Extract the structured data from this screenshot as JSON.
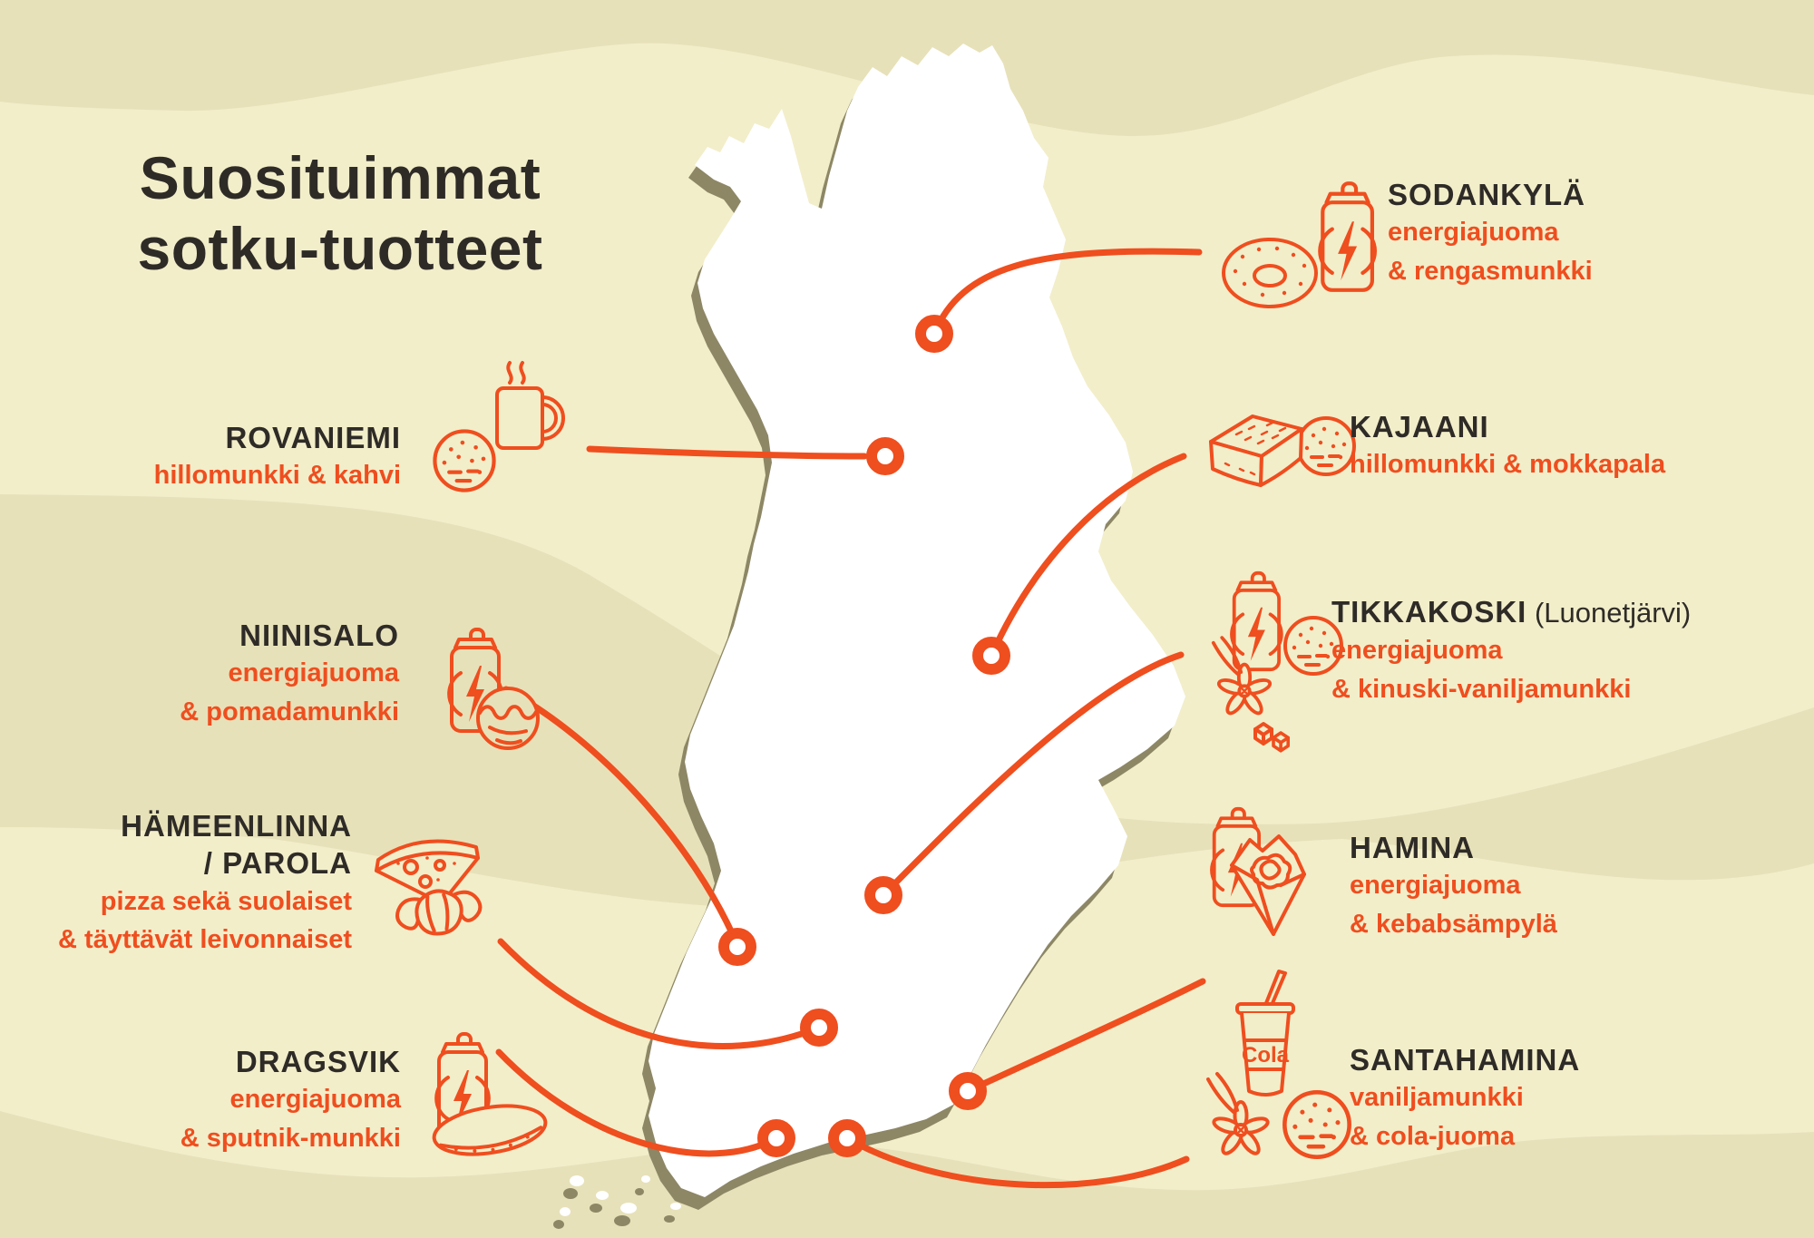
{
  "title": {
    "line1": "Suosituimmat",
    "line2": "sotku-tuotteet"
  },
  "colors": {
    "accent": "#EF4E1F",
    "ink": "#2E2B27",
    "background": "#F2EECA",
    "wave_band": "#E7E1B9",
    "map_fill": "#FFFFFF",
    "map_shadow": "#8D8766"
  },
  "cola_label": "Cola",
  "locations": [
    {
      "id": "sodankyla",
      "name": "SODANKYLÄ",
      "products": [
        "energiajuoma",
        "& rengasmunkki"
      ],
      "icons": [
        "energy-drink-can-icon",
        "ring-donut-icon"
      ]
    },
    {
      "id": "rovaniemi",
      "name": "ROVANIEMI",
      "products": [
        "hillomunkki & kahvi"
      ],
      "icons": [
        "coffee-mug-icon",
        "jam-donut-icon"
      ]
    },
    {
      "id": "kajaani",
      "name": "KAJAANI",
      "products": [
        "hillomunkki & mokkapala"
      ],
      "icons": [
        "mokkapala-icon",
        "jam-donut-icon"
      ]
    },
    {
      "id": "niinisalo",
      "name": "NIINISALO",
      "products": [
        "energiajuoma",
        "& pomadamunkki"
      ],
      "icons": [
        "energy-drink-can-icon",
        "pomade-donut-icon"
      ]
    },
    {
      "id": "tikkakoski",
      "name": "TIKKAKOSKI",
      "name_suffix": " (Luonetjärvi)",
      "products": [
        "energiajuoma",
        "& kinuski-vaniljamunkki"
      ],
      "icons": [
        "energy-drink-can-icon",
        "vanilla-flower-icon",
        "donut-icon",
        "toffee-cube-icon"
      ]
    },
    {
      "id": "hameenlinna",
      "name": "HÄMEENLINNA",
      "name_line2": "/ PAROLA",
      "products": [
        "pizza sekä suolaiset",
        "& täyttävät leivonnaiset"
      ],
      "icons": [
        "pizza-slice-icon",
        "croissant-icon"
      ]
    },
    {
      "id": "hamina",
      "name": "HAMINA",
      "products": [
        "energiajuoma",
        "& kebabsämpylä"
      ],
      "icons": [
        "energy-drink-can-icon",
        "kebab-wrap-icon"
      ]
    },
    {
      "id": "dragsvik",
      "name": "DRAGSVIK",
      "products": [
        "energiajuoma",
        "& sputnik-munkki"
      ],
      "icons": [
        "energy-drink-can-icon",
        "sputnik-donut-icon"
      ]
    },
    {
      "id": "santahamina",
      "name": "SANTAHAMINA",
      "products": [
        "vaniljamunkki",
        "& cola-juoma"
      ],
      "icons": [
        "cola-drink-cup-icon",
        "vanilla-flower-icon",
        "donut-icon"
      ]
    }
  ]
}
